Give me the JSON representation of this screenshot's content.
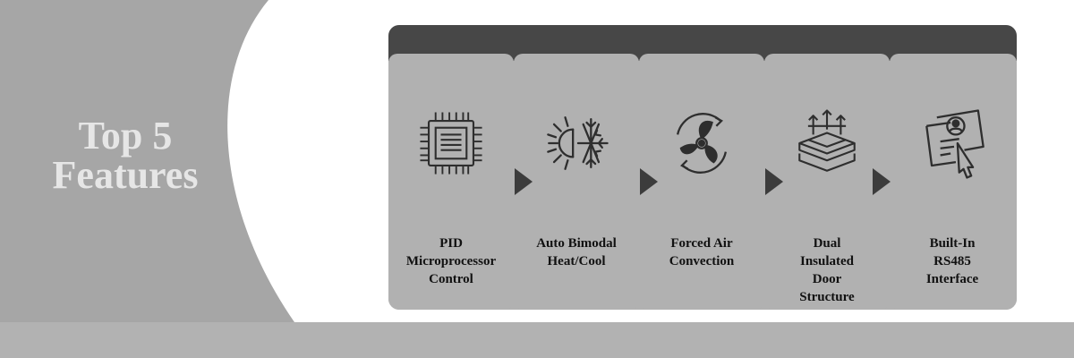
{
  "headline": {
    "line1": "Top 5",
    "line2": "Features"
  },
  "features": [
    {
      "icon": "microprocessor-chip-icon",
      "label_lines": [
        "PID",
        "Microprocessor",
        "Control"
      ]
    },
    {
      "icon": "sun-snowflake-icon",
      "label_lines": [
        "Auto Bimodal",
        "Heat/Cool"
      ]
    },
    {
      "icon": "fan-rotation-icon",
      "label_lines": [
        "Forced Air",
        "Convection"
      ]
    },
    {
      "icon": "insulated-layers-icon",
      "label_lines": [
        "Dual",
        "Insulated",
        "Door",
        "Structure"
      ]
    },
    {
      "icon": "rs485-interface-icon",
      "label_lines": [
        "Built-In",
        "RS485",
        "Interface"
      ]
    }
  ],
  "colors": {
    "left_panel": "#a6a6a6",
    "board": "#b1b1b1",
    "board_header": "#474747",
    "headline_text": "#e6e6e6",
    "icon_stroke": "#2e2e2e"
  }
}
